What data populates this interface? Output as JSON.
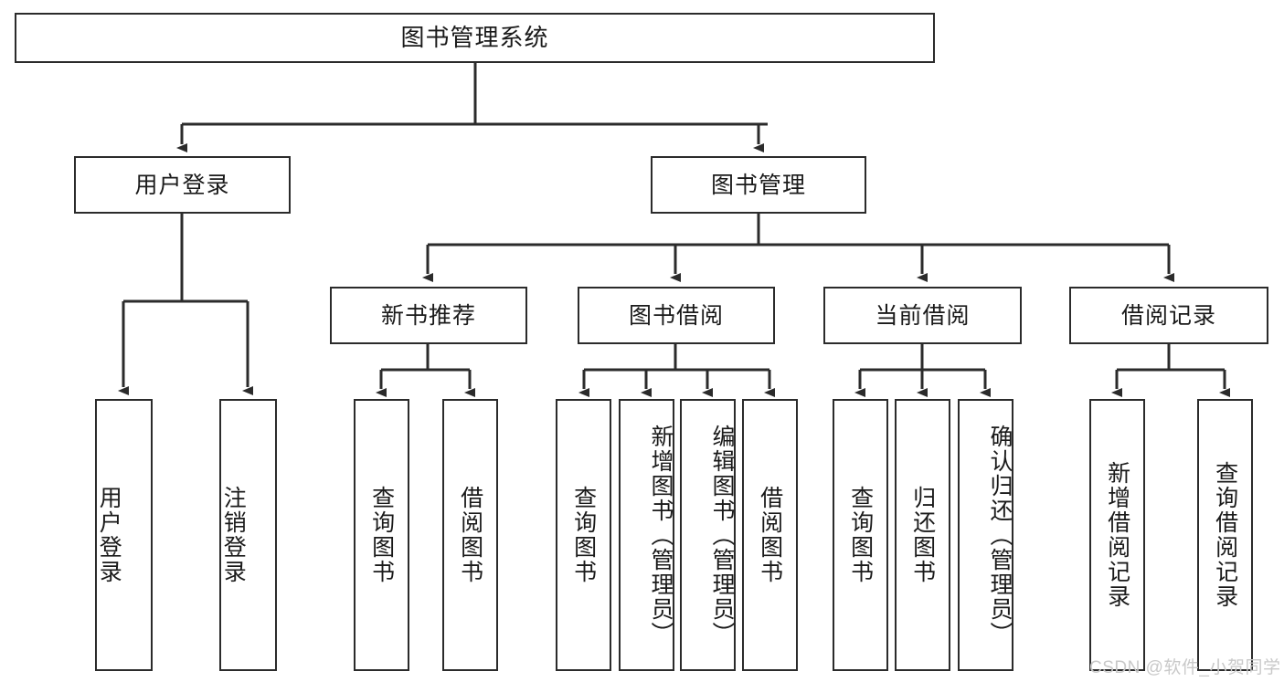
{
  "diagram": {
    "title": "图书管理系统",
    "type": "hierarchy-tree",
    "root": {
      "id": "root",
      "label": "图书管理系统"
    },
    "level2": [
      {
        "id": "user-login",
        "label": "用户登录"
      },
      {
        "id": "book-management",
        "label": "图书管理"
      }
    ],
    "level3": [
      {
        "id": "new-book-recommend",
        "label": "新书推荐"
      },
      {
        "id": "book-borrow",
        "label": "图书借阅"
      },
      {
        "id": "current-borrow",
        "label": "当前借阅"
      },
      {
        "id": "borrow-record",
        "label": "借阅记录"
      }
    ],
    "leaves": {
      "user-login": [
        {
          "id": "leaf-user-login",
          "label": "用户登录"
        },
        {
          "id": "leaf-logout-login",
          "label": "注销登录"
        }
      ],
      "new-book-recommend": [
        {
          "id": "leaf-query-book-1",
          "label": "查询图书"
        },
        {
          "id": "leaf-borrow-book-1",
          "label": "借阅图书"
        }
      ],
      "book-borrow": [
        {
          "id": "leaf-query-book-2",
          "label": "查询图书"
        },
        {
          "id": "leaf-add-book",
          "label": "新增图书（管理员）"
        },
        {
          "id": "leaf-edit-book",
          "label": "编辑图书（管理员）"
        },
        {
          "id": "leaf-borrow-book-2",
          "label": "借阅图书"
        }
      ],
      "current-borrow": [
        {
          "id": "leaf-query-book-3",
          "label": "查询图书"
        },
        {
          "id": "leaf-return-book",
          "label": "归还图书"
        },
        {
          "id": "leaf-confirm-return",
          "label": "确认归还（管理员）"
        }
      ],
      "borrow-record": [
        {
          "id": "leaf-add-record",
          "label": "新增借阅记录"
        },
        {
          "id": "leaf-query-record",
          "label": "查询借阅记录"
        }
      ]
    }
  },
  "watermark": {
    "text": "CSDN @软件_小贺同学"
  },
  "colors": {
    "stroke": "#2b2b2b",
    "fill": "#ffffff",
    "text": "#1a1a1a",
    "watermark": "#c9c9c9"
  }
}
